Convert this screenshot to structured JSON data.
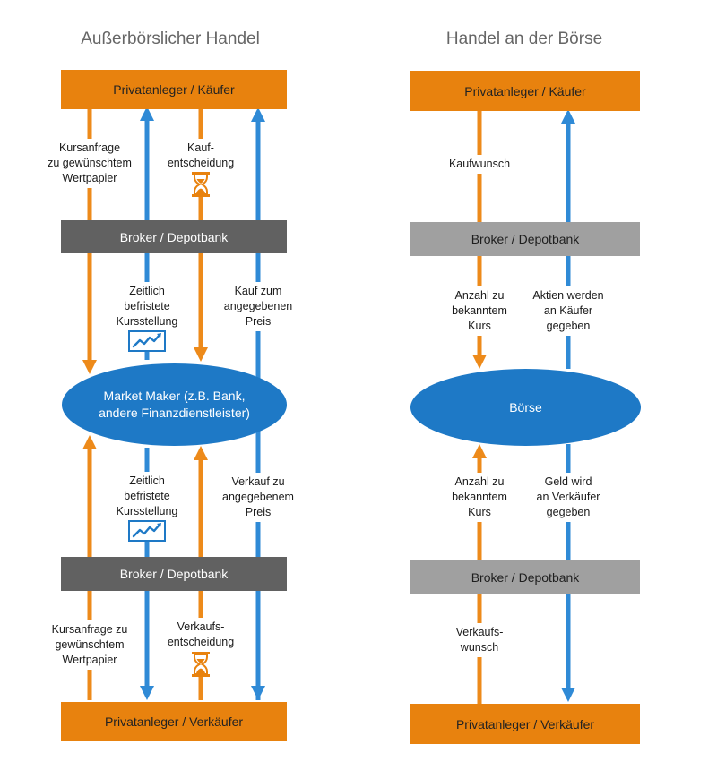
{
  "left": {
    "title": "Außerbörslicher Handel",
    "buyer": "Privatanleger / Käufer",
    "broker_top": "Broker / Depotbank",
    "market_maker": "Market Maker (z.B. Bank,\nandere Finanzdienstleister)",
    "broker_bottom": "Broker / Depotbank",
    "seller": "Privatanleger / Verkäufer",
    "labels": {
      "kursanfrage_top": "Kursanfrage\nzu gewünschtem\nWertpapier",
      "kaufentscheidung": "Kauf-\nentscheidung",
      "kursstellung_top": "Zeitlich\nbefristete\nKursstellung",
      "kauf_preis": "Kauf zum\nangegebenen\nPreis",
      "kursstellung_bottom": "Zeitlich\nbefristete\nKursstellung",
      "verkauf_preis": "Verkauf zu\nangegebenem\nPreis",
      "kursanfrage_bottom": "Kursanfrage zu\ngewünschtem\nWertpapier",
      "verkaufsentscheidung": "Verkaufs-\nentscheidung"
    }
  },
  "right": {
    "title": "Handel an der Börse",
    "buyer": "Privatanleger / Käufer",
    "broker_top": "Broker / Depotbank",
    "exchange": "Börse",
    "broker_bottom": "Broker / Depotbank",
    "seller": "Privatanleger / Verkäufer",
    "labels": {
      "kaufwunsch": "Kaufwunsch",
      "anzahl_top": "Anzahl zu\nbekanntem\nKurs",
      "aktien": "Aktien werden\nan Käufer\ngegeben",
      "anzahl_bottom": "Anzahl zu\nbekanntem\nKurs",
      "geld": "Geld wird\nan Verkäufer\ngegeben",
      "verkaufswunsch": "Verkaufs-\nwunsch"
    }
  },
  "colors": {
    "orange": "#e8820e",
    "orange_arrow": "#ed8a1a",
    "blue": "#1e79c6",
    "blue_arrow": "#2f8ad6",
    "gray_dark": "#616161",
    "gray_light": "#a0a0a0"
  },
  "icons": [
    "hourglass-icon",
    "chart-icon"
  ]
}
